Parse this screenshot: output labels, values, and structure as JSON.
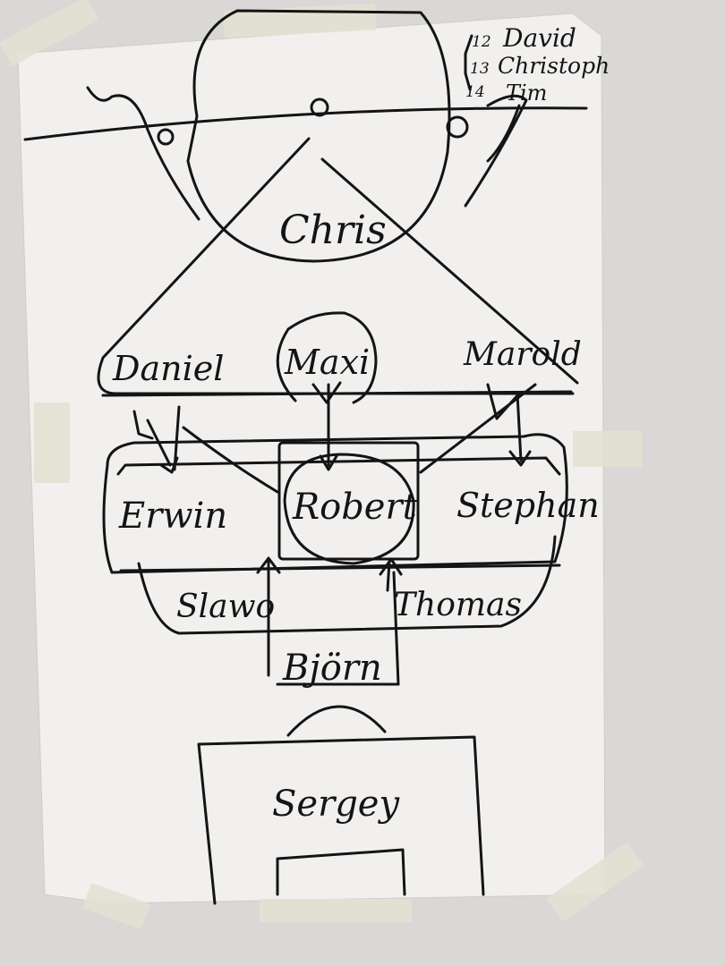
{
  "colors": {
    "wall": "#d9d8d6",
    "paper": "#f1f0ee",
    "ink": "#141414",
    "tape": "#e4e1d2"
  },
  "roster": [
    {
      "number": "12",
      "name": "David"
    },
    {
      "number": "13",
      "name": "Christoph"
    },
    {
      "number": "14",
      "name": "Tim"
    }
  ],
  "goalkeeper": "Chris",
  "defenders": {
    "left": "Daniel",
    "center": "Maxi",
    "right": "Marold"
  },
  "midfield": {
    "left": "Erwin",
    "center": "Robert",
    "right": "Stephan"
  },
  "attacking_mid": {
    "left": "Slawo",
    "right": "Thomas"
  },
  "striker": "Björn",
  "keeper_bottom": "Sergey"
}
